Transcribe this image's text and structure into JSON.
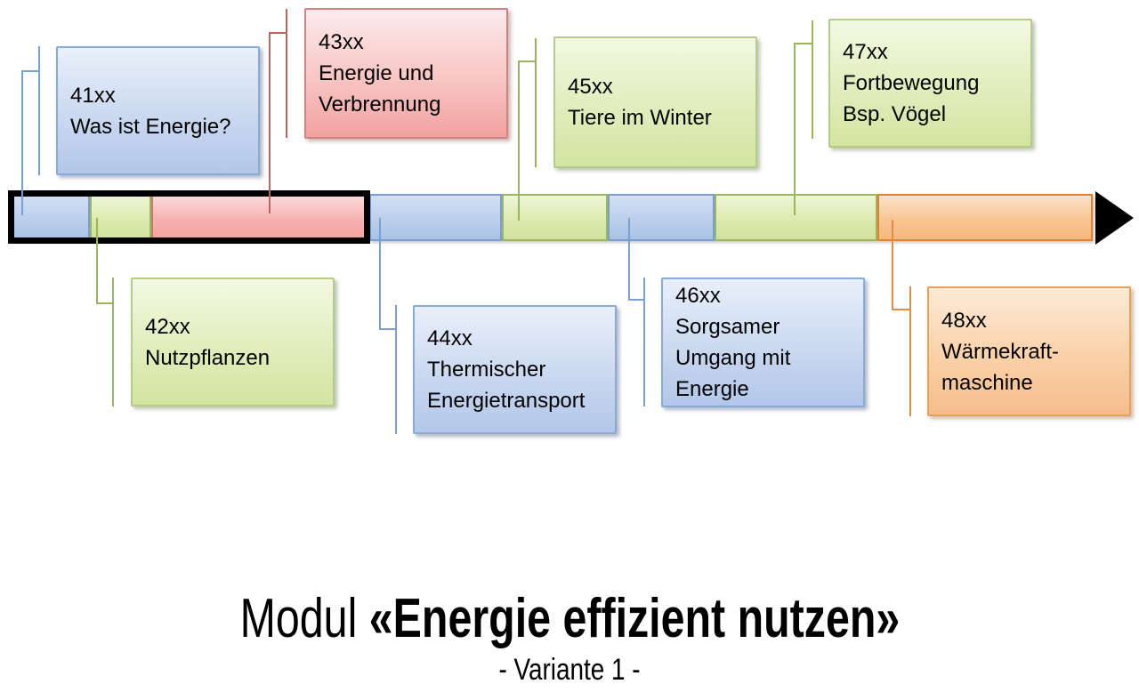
{
  "slide": {
    "title": {
      "prefix": "Modul ",
      "emphasis": "«Energie effizient nutzen»",
      "subtitle": "- Variante 1 -"
    },
    "modules": [
      {
        "code": "41xx",
        "name": "Was ist Energie?",
        "theme": "blue",
        "position": "above-timeline"
      },
      {
        "code": "42xx",
        "name": "Nutzpflanzen",
        "theme": "green",
        "position": "below-timeline"
      },
      {
        "code": "43xx",
        "name": "Energie und\nVerbrennung",
        "theme": "red",
        "position": "above-timeline"
      },
      {
        "code": "44xx",
        "name": "Thermischer\nEnergietransport",
        "theme": "blue",
        "position": "below-timeline"
      },
      {
        "code": "45xx",
        "name": "Tiere im Winter",
        "theme": "green",
        "position": "above-timeline"
      },
      {
        "code": "46xx",
        "name": "Sorgsamer\nUmgang mit\nEnergie",
        "theme": "blue",
        "position": "below-timeline"
      },
      {
        "code": "47xx",
        "name": "Fortbewegung\nBsp. Vögel",
        "theme": "green",
        "position": "above-timeline"
      },
      {
        "code": "48xx",
        "name": "Wärmekraft-\nmaschine",
        "theme": "orange",
        "position": "below-timeline"
      }
    ],
    "timeline": {
      "segments": [
        {
          "module": "41xx",
          "theme": "blue"
        },
        {
          "module": "42xx",
          "theme": "green"
        },
        {
          "module": "43xx",
          "theme": "red"
        },
        {
          "module": "44xx",
          "theme": "blue"
        },
        {
          "module": "45xx",
          "theme": "green"
        },
        {
          "module": "46xx",
          "theme": "blue"
        },
        {
          "module": "47xx",
          "theme": "green"
        },
        {
          "module": "48xx",
          "theme": "orange"
        }
      ],
      "highlighted_modules": [
        "41xx",
        "42xx",
        "43xx"
      ]
    },
    "colors": {
      "blue": "#7b9fd0",
      "green": "#9cb85c",
      "red": "#cc7673",
      "orange": "#e08134",
      "highlight_frame": "#000000",
      "text": "#000000"
    }
  }
}
